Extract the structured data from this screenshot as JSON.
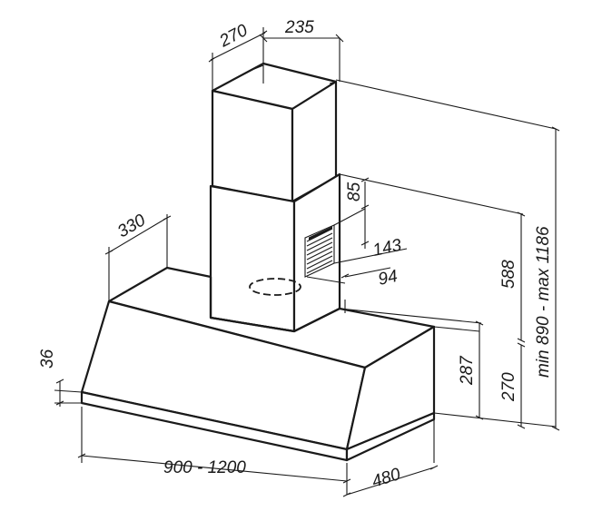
{
  "diagram": {
    "dimensions": {
      "chimney_depth": "270",
      "chimney_width": "235",
      "hood_depth_top": "330",
      "vent_offset_top": "85",
      "vent_offset_143": "143",
      "vent_offset_94": "94",
      "height_588": "588",
      "height_range": "min 890 - max 1186",
      "height_287": "287",
      "height_270": "270",
      "canopy_edge": "36",
      "width": "900 - 1200",
      "depth": "480"
    }
  }
}
